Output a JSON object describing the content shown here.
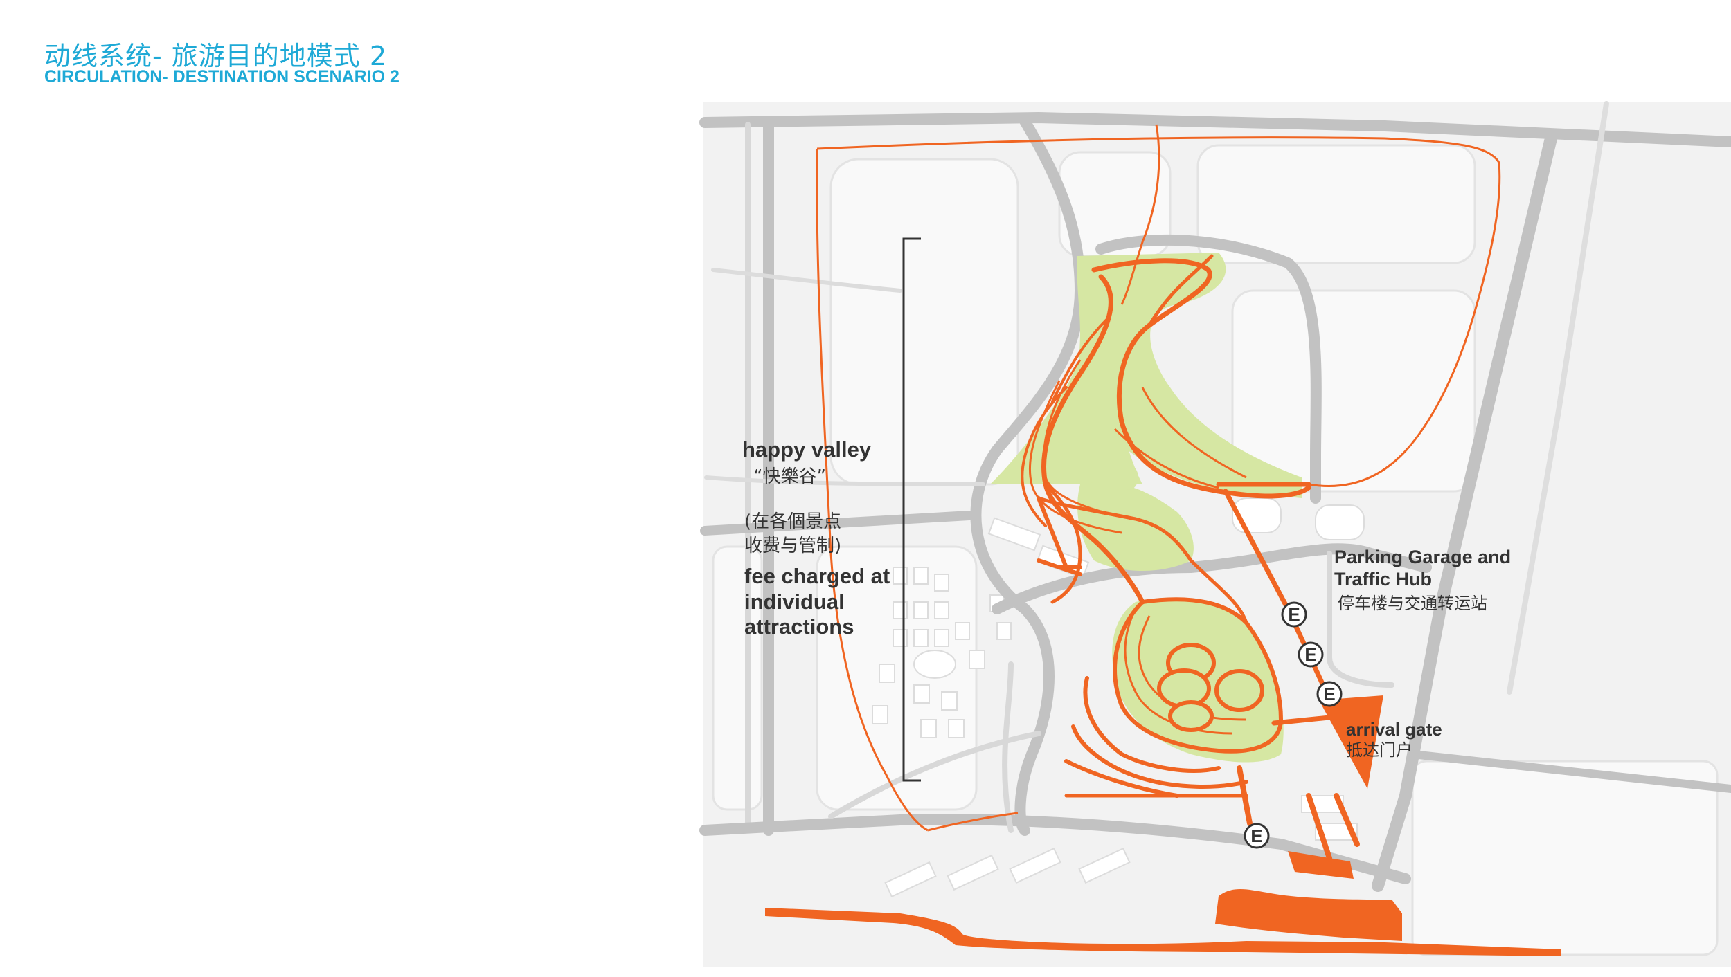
{
  "title": {
    "zh": "动线系统- 旅游目的地模式 2",
    "en": "CIRCULATION- DESTINATION SCENARIO 2"
  },
  "labels": {
    "happy_valley": {
      "en": "happy valley",
      "zh": "“快樂谷”",
      "fee_zh_1": "(在各個景点",
      "fee_zh_2": "收费与管制)",
      "fee_en_1": "fee charged at",
      "fee_en_2": "individual",
      "fee_en_3": "attractions"
    },
    "parking": {
      "en_1": "Parking Garage and",
      "en_2": "Traffic Hub",
      "zh": "停车楼与交通转运站"
    },
    "arrival": {
      "en": "arrival gate",
      "zh": "抵达门户"
    },
    "entrance_marker": "E"
  },
  "colors": {
    "title": "#1ea9d6",
    "road": "#c2c2c2",
    "site_bg": "#f2f2f2",
    "block": "#f8f8f8",
    "circulation": "#f06522",
    "green_area": "#d6e7a3",
    "label_text": "#333333"
  }
}
